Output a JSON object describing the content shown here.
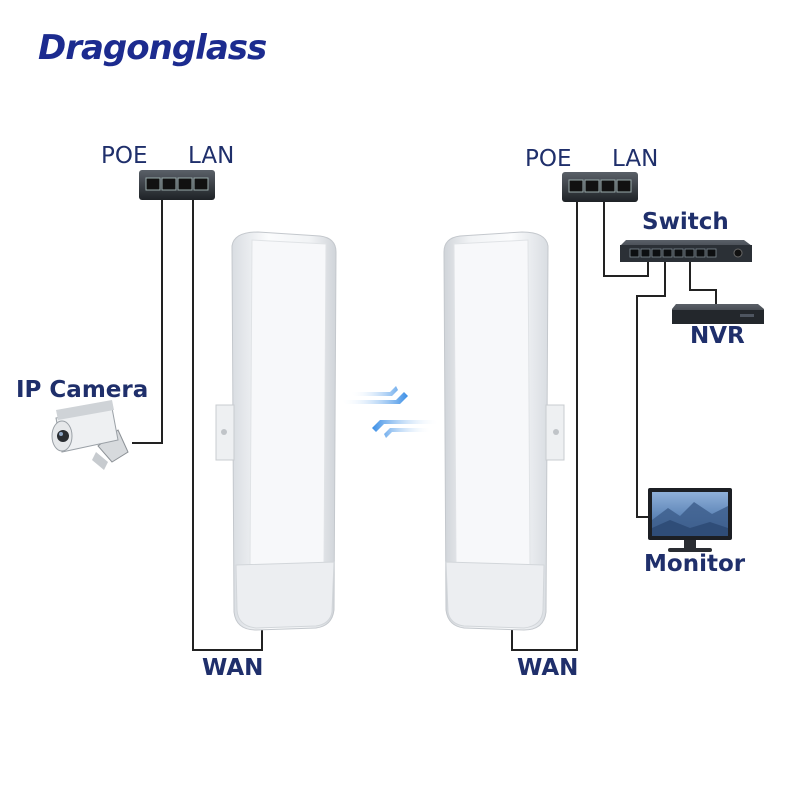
{
  "brand": {
    "name": "Dragonglass",
    "color": "#1c2b8f"
  },
  "labels": {
    "left_poe": "POE",
    "left_lan": "LAN",
    "right_poe": "POE",
    "right_lan": "LAN",
    "switch": "Switch",
    "nvr": "NVR",
    "ip_camera": "IP Camera",
    "monitor": "Monitor",
    "left_wan": "WAN",
    "right_wan": "WAN"
  },
  "colors": {
    "label": "#1f2f6b",
    "cable": "#222222",
    "signal": "#3a8ee6"
  },
  "icons": [
    "poe-adapter-icon",
    "switch-icon",
    "nvr-icon",
    "ip-camera-icon",
    "monitor-icon",
    "cpe-bridge-icon",
    "wireless-signal-icon"
  ]
}
